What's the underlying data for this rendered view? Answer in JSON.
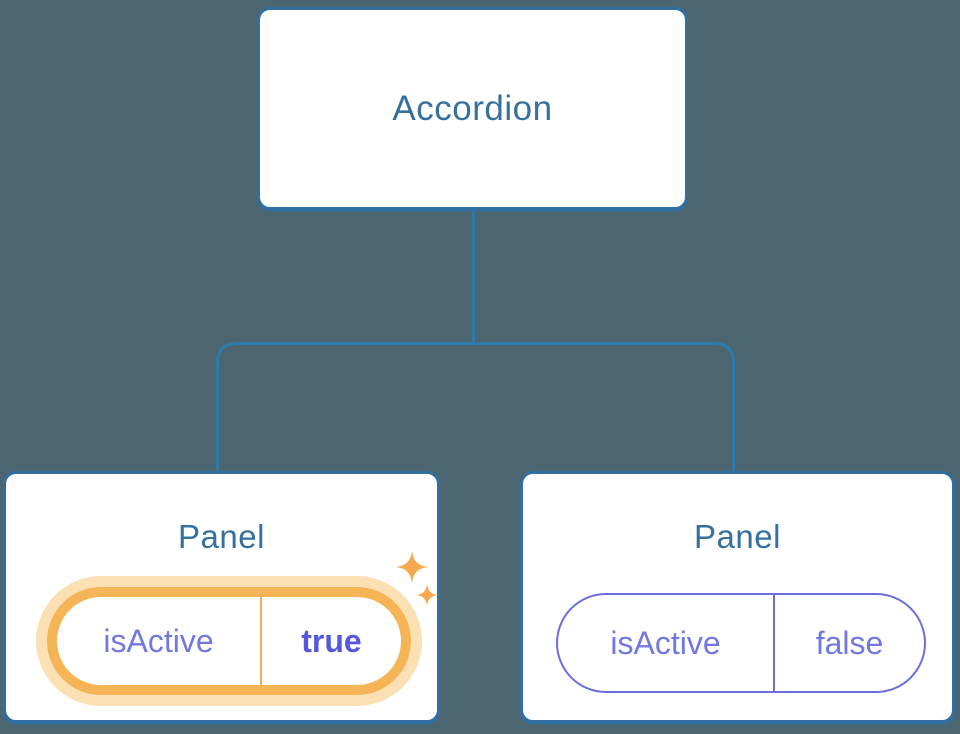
{
  "diagram": {
    "root": {
      "label": "Accordion"
    },
    "panels": [
      {
        "title": "Panel",
        "prop_name": "isActive",
        "prop_value": "true",
        "state": "active",
        "highlight": "orange glow with sparkles"
      },
      {
        "title": "Panel",
        "prop_name": "isActive",
        "prop_value": "false",
        "state": "inactive",
        "highlight": "none"
      }
    ]
  },
  "colors": {
    "background": "#4c6671",
    "box_border": "#306f9f",
    "line": "#2d7aad",
    "heading": "#36719e",
    "purple": "#7277e1",
    "purple_bold": "#5558dd",
    "purple_border": "#6b6edc",
    "orange": "#f5b455",
    "orange_glow": "#fbe0b4",
    "orange_divider": "#eeae5c",
    "sparkle": "#f4a94f"
  }
}
